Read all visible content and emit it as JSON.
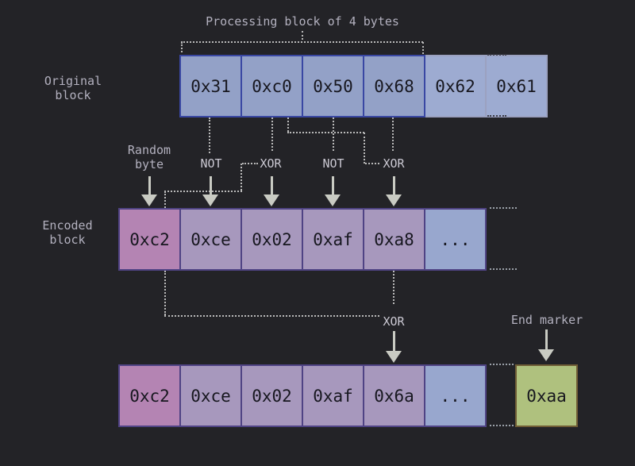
{
  "title": "Processing block of 4 bytes",
  "labels": {
    "original": "Original\nblock",
    "encoded": "Encoded\nblock",
    "random_byte": "Random\nbyte",
    "end_marker": "End marker"
  },
  "operations": {
    "not1": "NOT",
    "xor1": "XOR",
    "not2": "NOT",
    "xor2": "XOR",
    "xor3": "XOR"
  },
  "rows": {
    "original": {
      "cells": [
        "0x31",
        "0xc0",
        "0x50",
        "0x68",
        "0x62",
        "0x61"
      ]
    },
    "encoded": {
      "cells": [
        "0xc2",
        "0xce",
        "0x02",
        "0xaf",
        "0xa8",
        "..."
      ]
    },
    "final": {
      "cells": [
        "0xc2",
        "0xce",
        "0x02",
        "0xaf",
        "0x6a",
        "..."
      ]
    },
    "end_marker_value": "0xaa"
  },
  "colors": {
    "bg": "#232327",
    "cell-text": "#17171f",
    "label-text": "#b3b1bf",
    "op-text": "#cac8d2",
    "line": "#b9b9b9",
    "line-dark": "#3c3c46",
    "side-dots": "#9aa0a8",
    "arrow": "#c9cbc3",
    "proc-fill": "#93a1c7",
    "proc-border": "#3947a3",
    "tail-fill": "#9dabd1",
    "tail-border": "#9ba1c0",
    "random-fill": "#b484b3",
    "encoded-fill": "#a798bd",
    "encoded-border": "#4f4384",
    "cont-fill": "#98a7ce",
    "end-fill": "#afc17e",
    "end-border": "#6f5c35"
  }
}
